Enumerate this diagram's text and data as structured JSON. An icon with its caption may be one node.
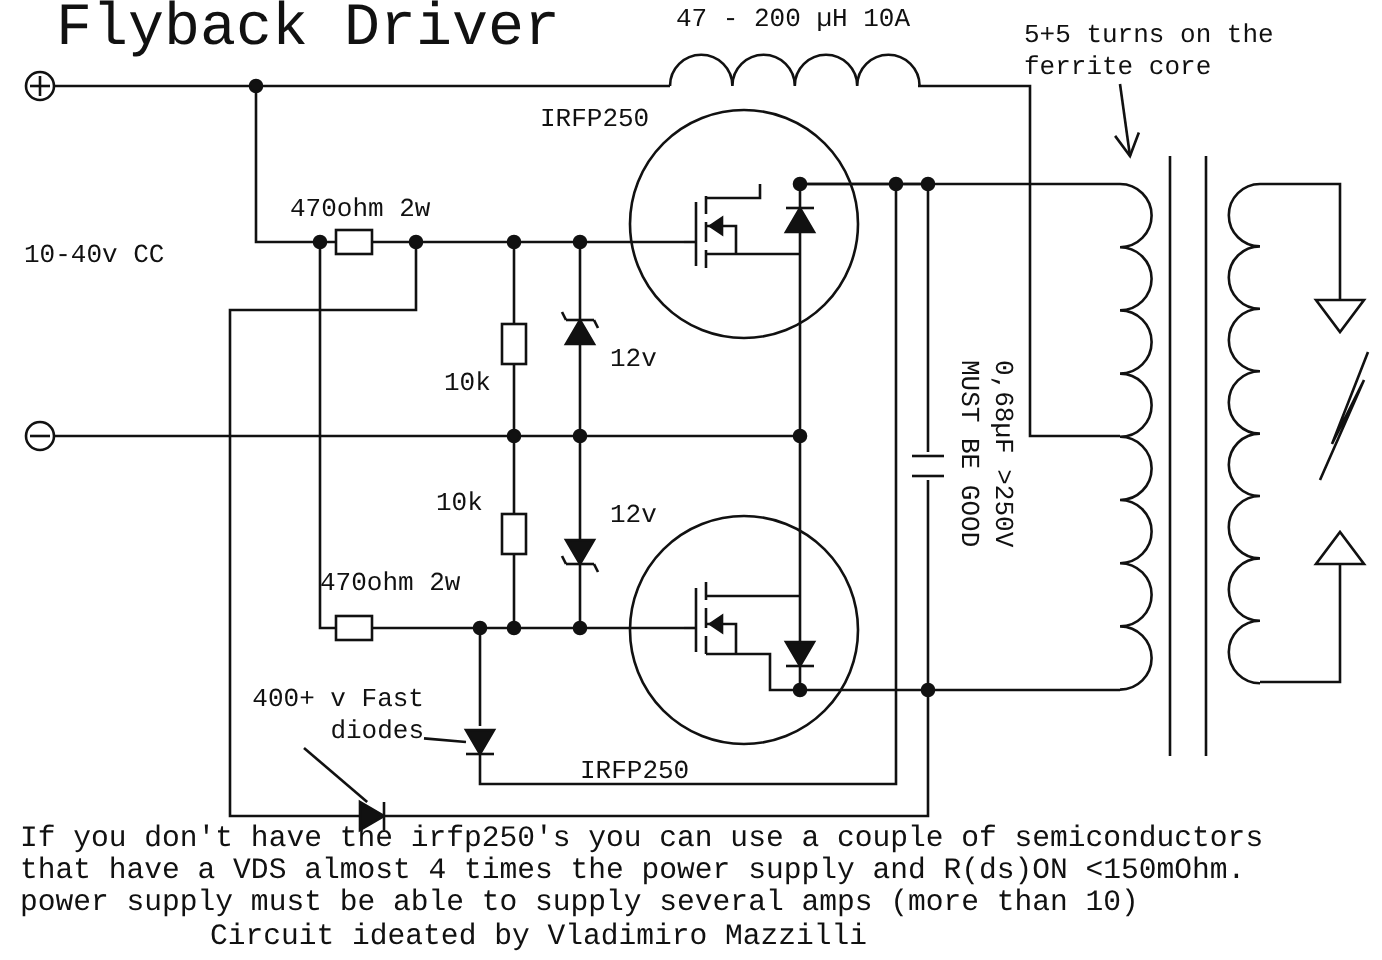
{
  "diagram": {
    "title": "Flyback Driver",
    "nodes": [
      {
        "text": [
          "5+5 turns on the ferrite core"
        ]
      },
      {
        "text": [],
        "shape": "picture"
      },
      {
        "text": [
          "400+ v Fast diodes"
        ]
      },
      {
        "text": [],
        "shape": "picture"
      },
      {
        "text": [],
        "shape": "picture"
      }
    ],
    "edges": [
      {
        "from": 0,
        "to": 1,
        "arrow": "to"
      },
      {
        "from": 2,
        "to": 3,
        "arrow": "none"
      },
      {
        "from": 2,
        "to": 4,
        "arrow": "none"
      }
    ],
    "labels": [
      "47 - 200 µH 10A",
      "IRFP250",
      "470ohm 2w",
      "10-40v CC",
      "12v",
      "10k",
      "10k",
      "12v",
      "0,68µF >250V MUST BE GOOD",
      "470ohm 2w",
      "IRFP250",
      "If you don't have the irfp250's you can use a couple of semiconductors that have a VDS almost 4 times the power supply and R(ds)ON <150mOhm. power supply must be able to supply several amps (more than 10)",
      "Circuit ideated by Vladimiro Mazzilli"
    ]
  }
}
